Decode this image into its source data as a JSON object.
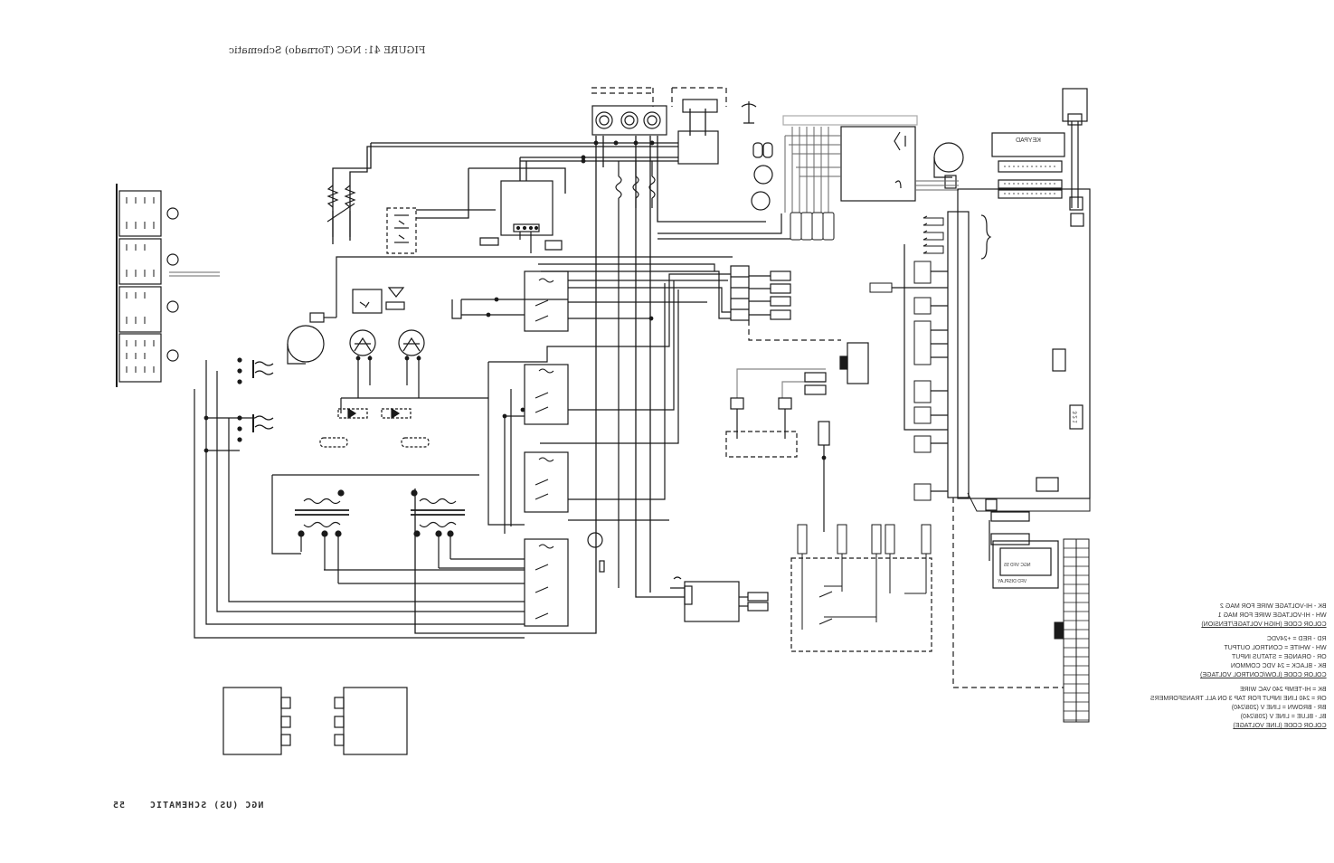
{
  "page": {
    "figure_caption": "FIGURE 41: NGC (Tornado) Schematic",
    "footer_title": "NGC (US) SCHEMATIC",
    "page_number": "55"
  },
  "labels": {
    "keypad": "KEYPAD",
    "vfd_display": "VFD DISPLAY",
    "vfd_sub": "NGC VFD 55",
    "pin_numbers_small": "3 2 1"
  },
  "legend": {
    "line_voltage_header": "COLOR CODE (LINE VOLTAGE)",
    "line_voltage_items": [
      "BL - BLUE = LINE V (208/240)",
      "BR - BROWN = LINE V (208/240)",
      "OR = 240 LINE INPUT FOR TAP 3 ON ALL TRANSFORMERS",
      "BK = HI-TEMP 240 VAC WIRE"
    ],
    "low_voltage_header": "COLOR CODE (LOW/CONTROL VOLTAGE)",
    "low_voltage_items": [
      "BK - BLACK = 24 VDC COMMON",
      "OR - ORANGE = STATUS INPUT",
      "WH - WHITE = CONTROL OUTPUT",
      "RD - RED = +24VDC"
    ],
    "high_voltage_header": "COLOR CODE (HIGH VOLTAGE/TENSION)",
    "high_voltage_items": [
      "WH - HI-VOLTAGE WIRE FOR MAG 1",
      "BK - HI-VOLTAGE WIRE FOR MAG 2"
    ]
  },
  "colors": {
    "wire": "#1a1a1a",
    "gray_wire": "#8a8a8a",
    "light_wire": "#b5b5b5",
    "text": "#333333"
  }
}
